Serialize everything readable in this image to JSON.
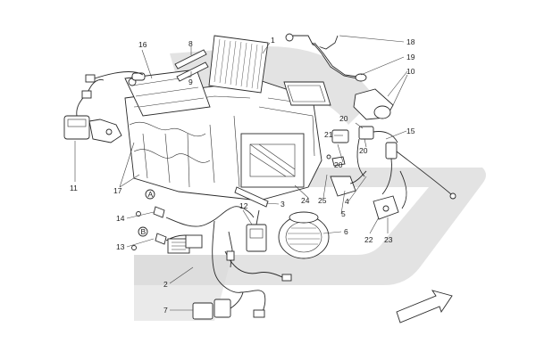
{
  "callouts": [
    {
      "id": "c1",
      "text": "1"
    },
    {
      "id": "c2",
      "text": "2"
    },
    {
      "id": "c3",
      "text": "3"
    },
    {
      "id": "c4",
      "text": "4"
    },
    {
      "id": "c5",
      "text": "5"
    },
    {
      "id": "c6",
      "text": "6"
    },
    {
      "id": "c7",
      "text": "7"
    },
    {
      "id": "c8",
      "text": "8"
    },
    {
      "id": "c9",
      "text": "9"
    },
    {
      "id": "c10",
      "text": "10"
    },
    {
      "id": "c11",
      "text": "11"
    },
    {
      "id": "c12",
      "text": "12"
    },
    {
      "id": "c13",
      "text": "13"
    },
    {
      "id": "c14",
      "text": "14"
    },
    {
      "id": "c15",
      "text": "15"
    },
    {
      "id": "c16",
      "text": "16"
    },
    {
      "id": "c17",
      "text": "17"
    },
    {
      "id": "c18",
      "text": "18"
    },
    {
      "id": "c19",
      "text": "19"
    },
    {
      "id": "c20a",
      "text": "20"
    },
    {
      "id": "c20b",
      "text": "20"
    },
    {
      "id": "c20c",
      "text": "20"
    },
    {
      "id": "c21",
      "text": "21"
    },
    {
      "id": "c22",
      "text": "22"
    },
    {
      "id": "c23",
      "text": "23"
    },
    {
      "id": "c24",
      "text": "24"
    },
    {
      "id": "c25",
      "text": "25"
    }
  ],
  "badges": {
    "a": "A",
    "b": "B"
  },
  "icons": {
    "direction_arrow": "direction-arrow-icon"
  },
  "colors": {
    "background": "#ffffff",
    "watermark": "#d9d9d9",
    "line": "#2a2a2a"
  }
}
